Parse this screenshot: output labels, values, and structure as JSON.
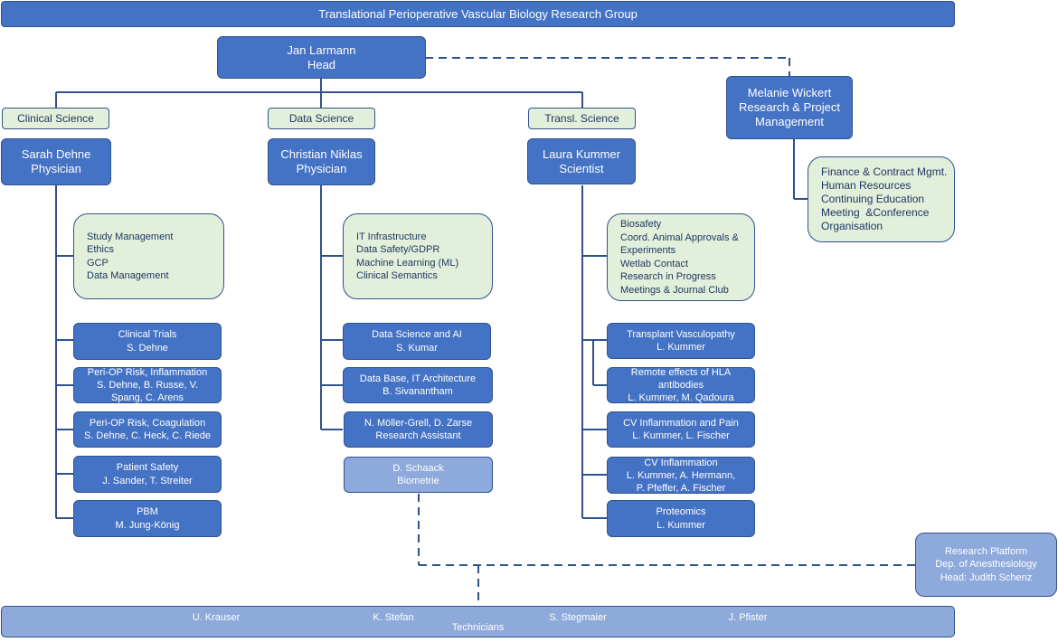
{
  "title": "Translational Perioperative Vascular Biology Research Group",
  "head": {
    "name": "Jan Larmann",
    "role": "Head"
  },
  "manager": {
    "name": "Melanie Wickert",
    "role": "Research & Project Management"
  },
  "manager_tasks": [
    "Finance & Contract Mgmt.",
    "Human Resources",
    "Continuing Education",
    "Meeting  &Conference",
    "Organisation"
  ],
  "columns": [
    {
      "area": "Clinical Science",
      "lead": {
        "name": "Sarah Dehne",
        "role": "Physician"
      },
      "tasks": [
        "Study Management",
        "Ethics",
        "GCP",
        "Data Management"
      ],
      "groups": [
        {
          "title": "Clinical Trials",
          "members": "S. Dehne"
        },
        {
          "title": "Peri-OP Risk, Inflammation",
          "members": "S. Dehne, B. Russe, V. Spang, C. Arens"
        },
        {
          "title": "Peri-OP Risk, Coagulation",
          "members": "S. Dehne, C. Heck, C. Riede"
        },
        {
          "title": "Patient Safety",
          "members": "J. Sander, T. Streiter"
        },
        {
          "title": "PBM",
          "members": "M. Jung-König"
        }
      ]
    },
    {
      "area": "Data Science",
      "lead": {
        "name": "Christian Niklas",
        "role": "Physician"
      },
      "tasks": [
        "IT Infrastructure",
        "Data Safety/GDPR",
        "Machine Learning (ML)",
        "Clinical Semantics"
      ],
      "groups": [
        {
          "title": "Data Science and AI",
          "members": "S. Kumar"
        },
        {
          "title": "Data Base, IT Architecture",
          "members": "B. Sivanantham"
        },
        {
          "title": "N. Möller-Grell, D. Zarse",
          "members": "Research Assistant"
        },
        {
          "title": "D. Schaack",
          "members": "Biometrie"
        }
      ]
    },
    {
      "area": "Transl. Science",
      "lead": {
        "name": "Laura Kummer",
        "role": "Scientist"
      },
      "tasks": [
        "Biosafety",
        "Coord. Animal Approvals & Experiments",
        "Wetlab Contact",
        "Research in Progress",
        "Meetings & Journal Club"
      ],
      "groups": [
        {
          "title": "Transplant Vasculopathy",
          "members": "L. Kummer"
        },
        {
          "title": "Remote effects of HLA antibodies",
          "members": "L. Kummer, M. Qadoura"
        },
        {
          "title": "CV Inflammation and Pain",
          "members": "L. Kummer, L. Fischer"
        },
        {
          "title": "CV Inflammation",
          "members": "L. Kummer, A. Hermann, P. Pfeffer, A. Fischer"
        },
        {
          "title": "Proteomics",
          "members": "L. Kummer"
        }
      ]
    }
  ],
  "platform": {
    "line1": "Research Platform",
    "line2": "Dep. of Anesthesiology",
    "line3": "Head: Judith Schenz"
  },
  "technicians": {
    "names": [
      "U. Krauser",
      "K. Stefan",
      "S. Stegmaier",
      "J. Pfister"
    ],
    "label": "Technicians"
  },
  "colors": {
    "box_blue": "#4472c4",
    "box_light_blue": "#8ea9db",
    "box_green": "#e2efda",
    "line": "#2f528f",
    "title_bar": "#4472c4",
    "technician_bar": "#8eaadb"
  }
}
